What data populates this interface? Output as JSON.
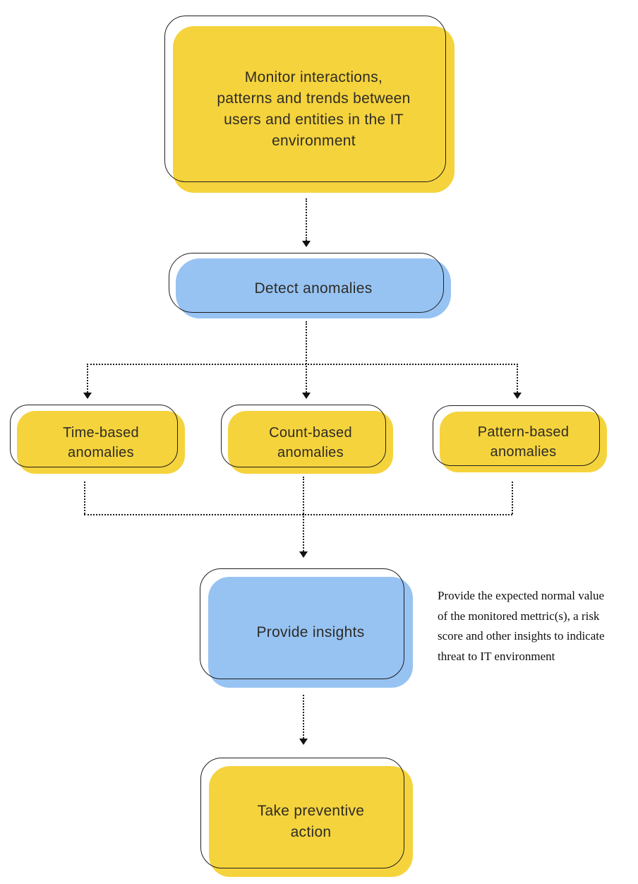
{
  "diagram": {
    "type": "flowchart",
    "nodes": {
      "monitor": {
        "label": "Monitor interactions,\npatterns and trends between\nusers and entities in the IT\nenvironment",
        "fill_color": "#F5D33C"
      },
      "detect": {
        "label": "Detect anomalies",
        "fill_color": "#97C3F3"
      },
      "time": {
        "label": "Time-based\nanomalies",
        "fill_color": "#F5D33C"
      },
      "count": {
        "label": "Count-based\nanomalies",
        "fill_color": "#F5D33C"
      },
      "pattern": {
        "label": "Pattern-based\nanomalies",
        "fill_color": "#F5D33C"
      },
      "insights": {
        "label": "Provide insights",
        "fill_color": "#97C3F3"
      },
      "action": {
        "label": "Take preventive\naction",
        "fill_color": "#F5D33C"
      }
    },
    "edges": [
      {
        "from": "monitor",
        "to": "detect"
      },
      {
        "from": "detect",
        "to": "time"
      },
      {
        "from": "detect",
        "to": "count"
      },
      {
        "from": "detect",
        "to": "pattern"
      },
      {
        "from": "time",
        "to": "insights"
      },
      {
        "from": "count",
        "to": "insights"
      },
      {
        "from": "pattern",
        "to": "insights"
      },
      {
        "from": "insights",
        "to": "action"
      }
    ],
    "annotation": {
      "text": "Provide the expected normal value\nof the monitored mettric(s), a risk\nscore and other insights to indicate\nthreat to IT environment",
      "attached_to": "insights"
    },
    "colors": {
      "yellow": "#F5D33C",
      "blue": "#97C3F3",
      "outline": "#1F1F1F",
      "label_text": "#2E2C26",
      "connector": "#1B1B1B"
    }
  }
}
